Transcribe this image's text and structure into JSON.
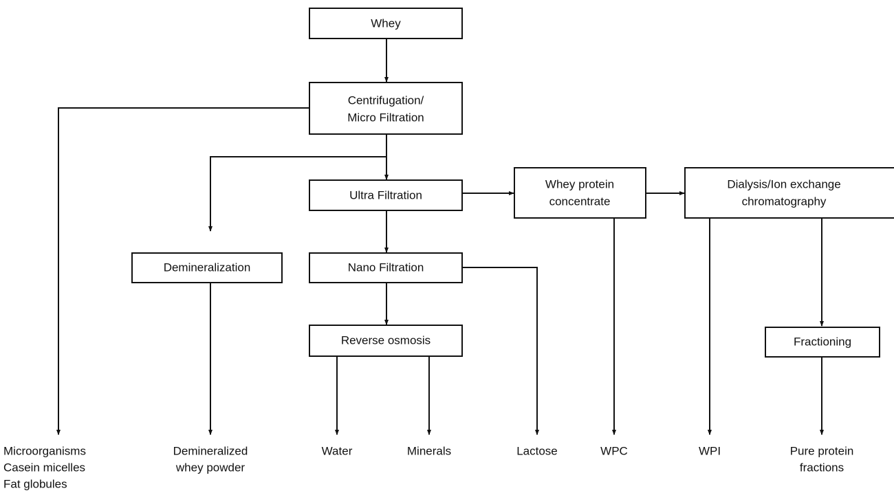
{
  "nodes": {
    "whey": "Whey",
    "centrifugation": [
      "Centrifugation/",
      "Micro Filtration"
    ],
    "ultra_filtration": "Ultra Filtration",
    "whey_protein_concentrate": [
      "Whey protein",
      "concentrate"
    ],
    "dialysis": [
      "Dialysis/Ion exchange",
      "chromatography"
    ],
    "demineralization": "Demineralization",
    "nano_filtration": "Nano Filtration",
    "reverse_osmosis": "Reverse osmosis",
    "fractioning": "Fractioning"
  },
  "outputs": {
    "micro": [
      "Microorganisms",
      "Casein micelles",
      "Fat globules"
    ],
    "demineralized": [
      "Demineralized",
      "whey powder"
    ],
    "water": "Water",
    "minerals": "Minerals",
    "lactose": "Lactose",
    "wpc": "WPC",
    "wpi": "WPI",
    "pure_protein": [
      "Pure protein",
      "fractions"
    ]
  },
  "colors": {
    "line": "#111111",
    "background": "#ffffff"
  }
}
